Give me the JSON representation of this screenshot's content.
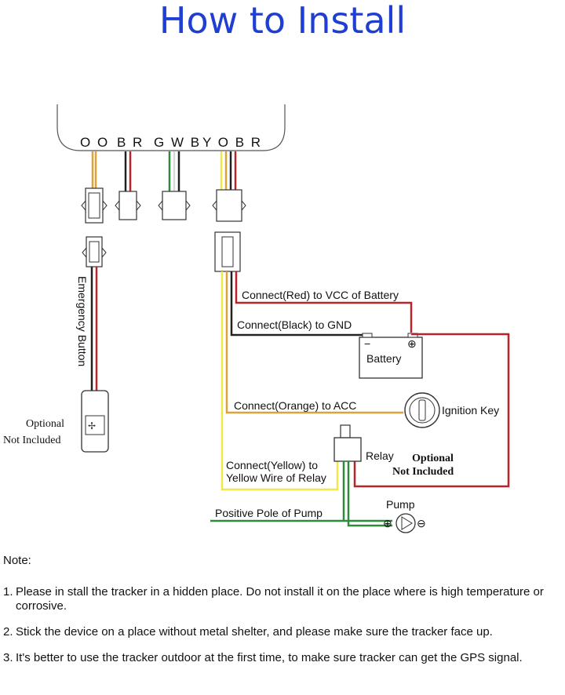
{
  "title": "How to Install",
  "pins": {
    "group1": "O O",
    "group2": "B R",
    "group3": "G W B",
    "group4": "Y O B R"
  },
  "labels": {
    "emergency": "Emergency Button",
    "optional_1": "Optional",
    "not_included_1": "Not Included",
    "connect_red": "Connect(Red) to VCC of Battery",
    "connect_black": "Connect(Black) to GND",
    "battery": "Battery",
    "battery_minus": "−",
    "battery_plus": "⊕",
    "connect_orange": "Connect(Orange) to ACC",
    "ignition": "Ignition Key",
    "connect_yellow_1": "Connect(Yellow) to",
    "connect_yellow_2": "Yellow Wire of Relay",
    "relay": "Relay",
    "optional_2": "Optional",
    "not_included_2": "Not Included",
    "pump": "Pump",
    "pump_plus": "⊕",
    "pump_minus": "⊖",
    "positive_pole": "Positive Pole of Pump"
  },
  "colors": {
    "title": "#1f3fd4",
    "orange_wire": "#d9a43a",
    "red_wire": "#b8242a",
    "black_wire": "#222222",
    "yellow_wire": "#f2e64a",
    "green_wire": "#2e8b3a",
    "white_wire": "#d8d8d8"
  },
  "notes": {
    "heading": "Note:",
    "items": [
      {
        "num": "1.",
        "text": "Please in stall the tracker in a hidden place. Do not install it on the place where is high temperature or corrosive."
      },
      {
        "num": "2.",
        "text": "Stick the device on a place without metal shelter, and please make sure the tracker face up."
      },
      {
        "num": "3.",
        "text": "It's better to use the tracker outdoor at the first time, to make sure tracker can get the GPS signal."
      }
    ]
  }
}
